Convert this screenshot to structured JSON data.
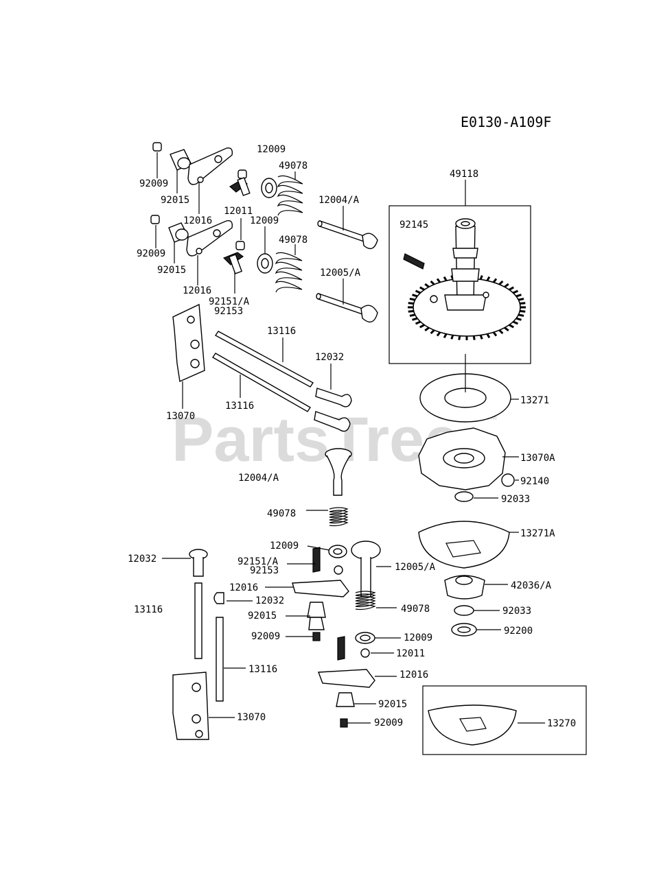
{
  "diagram_code": "E0130-A109F",
  "watermark": "PartsTree",
  "watermark_tm": "TM",
  "labels": [
    {
      "id": "l-12009-a",
      "text": "12009"
    },
    {
      "id": "l-49078-a",
      "text": "49078"
    },
    {
      "id": "l-92009-a",
      "text": "92009"
    },
    {
      "id": "l-92015-a",
      "text": "92015"
    },
    {
      "id": "l-12004a-a",
      "text": "12004/A"
    },
    {
      "id": "l-12011-a",
      "text": "12011"
    },
    {
      "id": "l-12016-a",
      "text": "12016"
    },
    {
      "id": "l-12009-b",
      "text": "12009"
    },
    {
      "id": "l-49078-b",
      "text": "49078"
    },
    {
      "id": "l-92009-b",
      "text": "92009"
    },
    {
      "id": "l-92015-b",
      "text": "92015"
    },
    {
      "id": "l-12005a-a",
      "text": "12005/A"
    },
    {
      "id": "l-12016-b",
      "text": "12016"
    },
    {
      "id": "l-92151a-a",
      "text": "92151/A"
    },
    {
      "id": "l-92153-a",
      "text": "92153"
    },
    {
      "id": "l-13116-a",
      "text": "13116"
    },
    {
      "id": "l-12032-a",
      "text": "12032"
    },
    {
      "id": "l-13116-b",
      "text": "13116"
    },
    {
      "id": "l-13070-a",
      "text": "13070"
    },
    {
      "id": "l-12004a-b",
      "text": "12004/A"
    },
    {
      "id": "l-49078-c",
      "text": "49078"
    },
    {
      "id": "l-12009-c",
      "text": "12009"
    },
    {
      "id": "l-92151a-b",
      "text": "92151/A"
    },
    {
      "id": "l-92153-b",
      "text": "92153"
    },
    {
      "id": "l-12005a-b",
      "text": "12005/A"
    },
    {
      "id": "l-12032-b",
      "text": "12032"
    },
    {
      "id": "l-12016-c",
      "text": "12016"
    },
    {
      "id": "l-12032-c",
      "text": "12032"
    },
    {
      "id": "l-13116-c",
      "text": "13116"
    },
    {
      "id": "l-92015-c",
      "text": "92015"
    },
    {
      "id": "l-49078-d",
      "text": "49078"
    },
    {
      "id": "l-92009-c",
      "text": "92009"
    },
    {
      "id": "l-12009-d",
      "text": "12009"
    },
    {
      "id": "l-12011-b",
      "text": "12011"
    },
    {
      "id": "l-13116-d",
      "text": "13116"
    },
    {
      "id": "l-12016-d",
      "text": "12016"
    },
    {
      "id": "l-92015-d",
      "text": "92015"
    },
    {
      "id": "l-13070-b",
      "text": "13070"
    },
    {
      "id": "l-92009-d",
      "text": "92009"
    },
    {
      "id": "l-49118",
      "text": "49118"
    },
    {
      "id": "l-92145",
      "text": "92145"
    },
    {
      "id": "l-13271",
      "text": "13271"
    },
    {
      "id": "l-13070a",
      "text": "13070A"
    },
    {
      "id": "l-92140",
      "text": "92140"
    },
    {
      "id": "l-92033-a",
      "text": "92033"
    },
    {
      "id": "l-13271a",
      "text": "13271A"
    },
    {
      "id": "l-42036a",
      "text": "42036/A"
    },
    {
      "id": "l-92033-b",
      "text": "92033"
    },
    {
      "id": "l-92200",
      "text": "92200"
    },
    {
      "id": "l-13270",
      "text": "13270"
    }
  ]
}
